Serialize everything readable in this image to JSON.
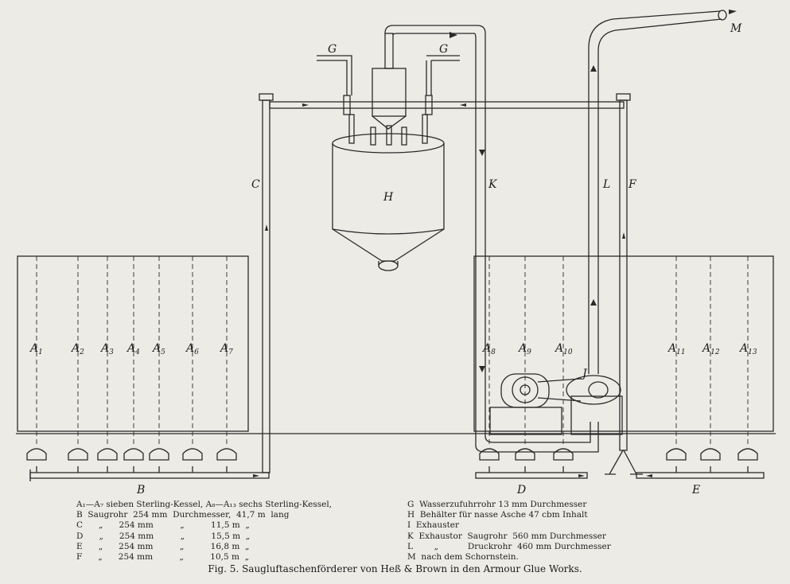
{
  "labels": {
    "M": "M",
    "G_left": "G",
    "G_right": "G",
    "H": "H",
    "C": "C",
    "K": "K",
    "L": "L",
    "F": "F",
    "J": "J",
    "B": "B",
    "D": "D",
    "E": "E",
    "A": "A",
    "boilers": [
      {
        "sub": "1"
      },
      {
        "sub": "2"
      },
      {
        "sub": "3"
      },
      {
        "sub": "4"
      },
      {
        "sub": "5"
      },
      {
        "sub": "6"
      },
      {
        "sub": "7"
      },
      {
        "sub": "8"
      },
      {
        "sub": "9"
      },
      {
        "sub": "10"
      },
      {
        "sub": "11"
      },
      {
        "sub": "12"
      },
      {
        "sub": "13"
      }
    ]
  },
  "legend_left": [
    "A₁—A₇ sieben Sterling-Kessel, A₈—A₁₃ sechs Sterling-Kessel,",
    "B  Saugrohr  254 mm  Durchmesser,  41,7 m  lang",
    "C      „      254 mm          „          11,5 m  „",
    "D      „      254 mm          „          15,5 m  „",
    "E      „      254 mm          „          16,8 m  „",
    "F      „      254 mm          „          10,5 m  „"
  ],
  "legend_right": [
    "G  Wasserzufuhrrohr 13 mm Durchmesser",
    "H  Behälter für nasse Asche 47 cbm Inhalt",
    "I  Exhauster",
    "K  Exhaustor  Saugrohr  560 mm Durchmesser",
    "L        „           Druckrohr  460 mm Durchmesser",
    "M  nach dem Schornstein."
  ],
  "caption": "Fig. 5.   Saugluftaschenförderer von Heß & Brown in den Armour Glue Works."
}
